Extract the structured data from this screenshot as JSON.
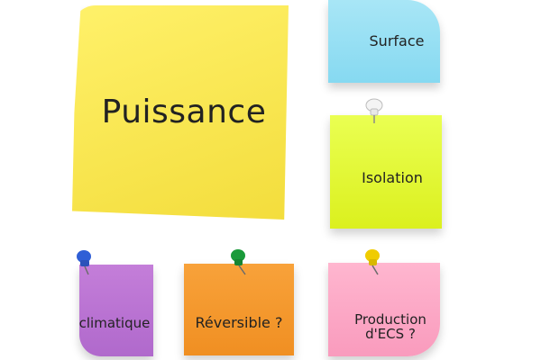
{
  "notes": {
    "puissance": {
      "label": "Puissance",
      "color": "#f3dd3c"
    },
    "surface": {
      "label": "Surface",
      "color": "#86d9f1"
    },
    "isolation": {
      "label": "Isolation",
      "color": "#dbf01e"
    },
    "climatique": {
      "label": "climatique",
      "color": "#b069cc"
    },
    "reversible": {
      "label": "Réversible ?",
      "color": "#f08f22"
    },
    "production": {
      "label_line1": "Production",
      "label_line2": "d'ECS ?",
      "color": "#f99bbd"
    }
  },
  "pins": [
    {
      "name": "white-pushpin-icon",
      "color": "#f2f2f2"
    },
    {
      "name": "blue-pushpin-icon",
      "color": "#2f5fd6"
    },
    {
      "name": "green-pushpin-icon",
      "color": "#1a9a3a"
    },
    {
      "name": "yellow-pushpin-icon",
      "color": "#e8c400"
    }
  ]
}
